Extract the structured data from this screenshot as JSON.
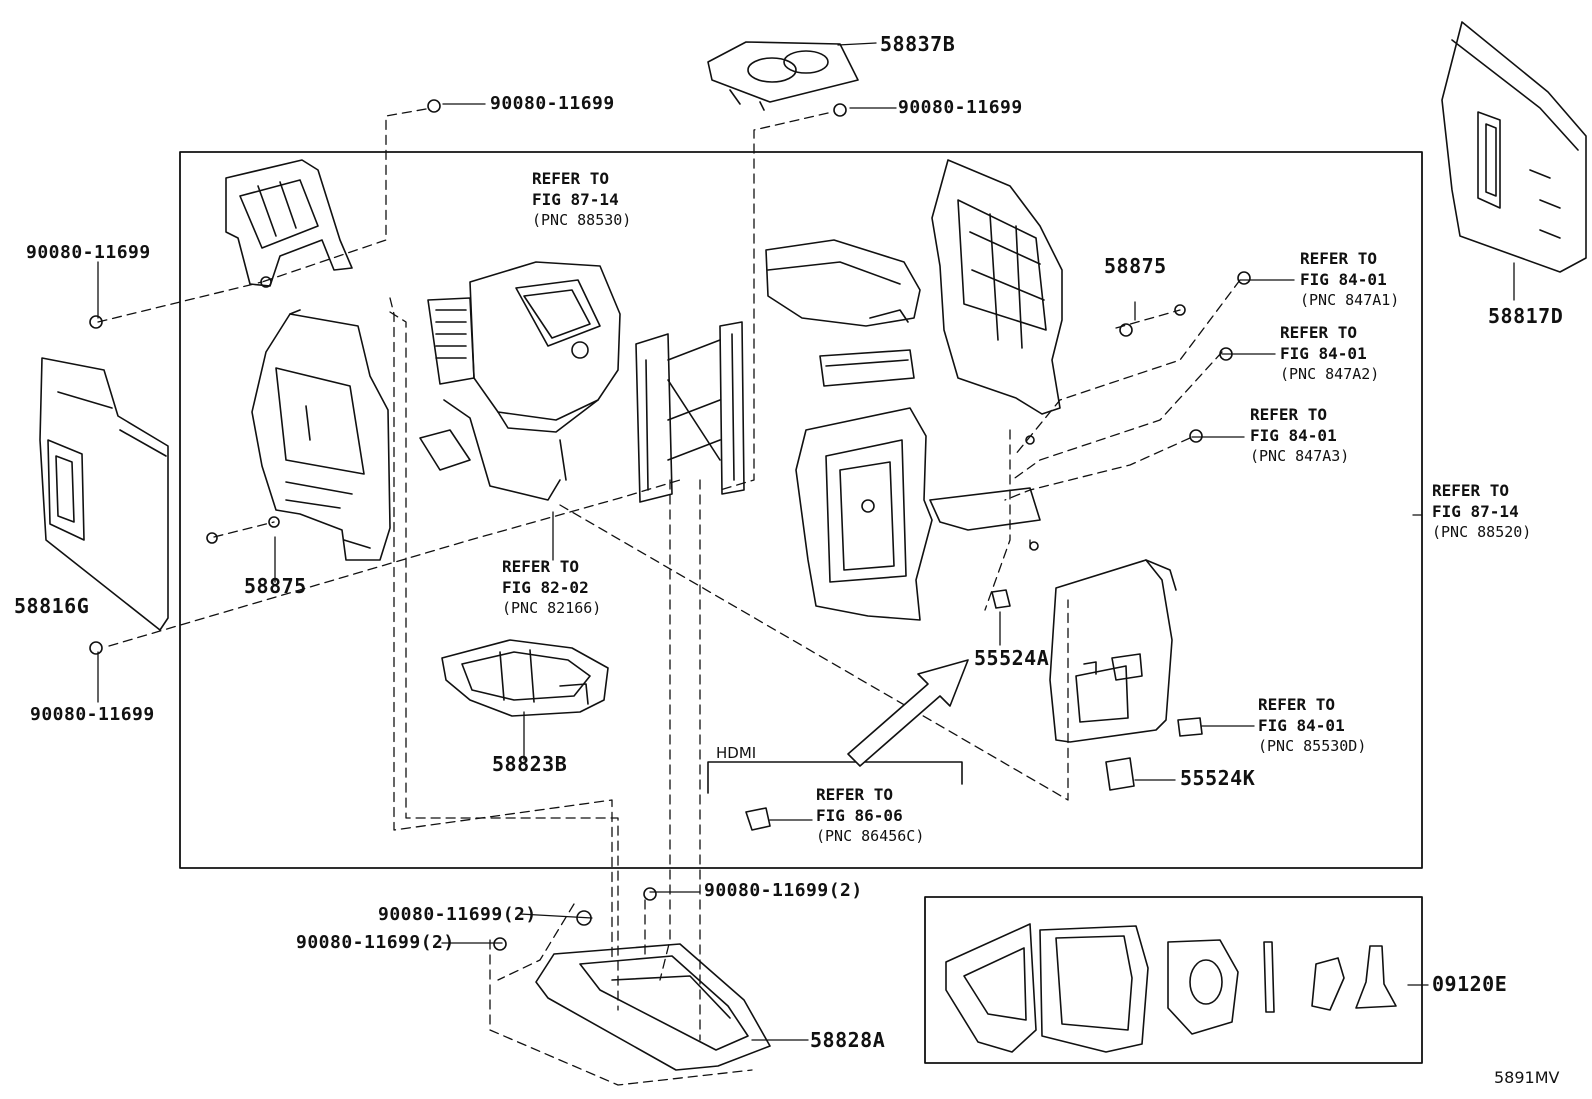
{
  "diagram": {
    "parts": {
      "p58837B": "58837B",
      "p58817D": "58817D",
      "p58816G": "58816G",
      "p58875a": "58875",
      "p58875b": "58875",
      "p58823B": "58823B",
      "p58828A": "58828A",
      "p55524A": "55524A",
      "p55524K": "55524K",
      "p09120E": "09120E"
    },
    "bolts": {
      "b1": "90080-11699",
      "b2": "90080-11699",
      "b3": "90080-11699",
      "b4": "90080-11699",
      "b5": "90080-11699(2)",
      "b6": "90080-11699(2)",
      "b7": "90080-11699(2)"
    },
    "refs": {
      "r1": {
        "l1": "REFER TO",
        "l2": "FIG 87-14",
        "l3": "(PNC 88530)"
      },
      "r2": {
        "l1": "REFER TO",
        "l2": "FIG 82-02",
        "l3": "(PNC 82166)"
      },
      "r3": {
        "l1": "REFER TO",
        "l2": "FIG 84-01",
        "l3": "(PNC 847A1)"
      },
      "r4": {
        "l1": "REFER TO",
        "l2": "FIG 84-01",
        "l3": "(PNC 847A2)"
      },
      "r5": {
        "l1": "REFER TO",
        "l2": "FIG 84-01",
        "l3": "(PNC 847A3)"
      },
      "r6": {
        "l1": "REFER TO",
        "l2": "FIG 87-14",
        "l3": "(PNC 88520)"
      },
      "r7": {
        "l1": "REFER TO",
        "l2": "FIG 84-01",
        "l3": "(PNC 85530D)"
      },
      "r8": {
        "l1": "REFER TO",
        "l2": "FIG 86-06",
        "l3": "(PNC 86456C)"
      }
    },
    "hdmi_label": "HDMI",
    "figure_code": "5891MV"
  }
}
